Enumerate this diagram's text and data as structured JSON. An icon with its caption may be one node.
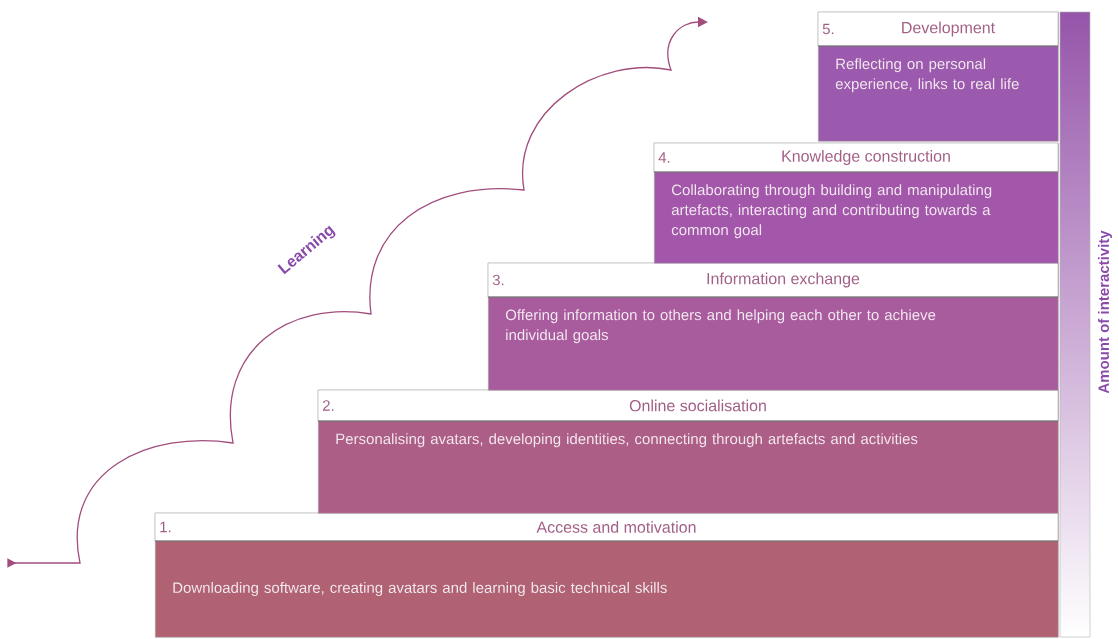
{
  "diagram": {
    "nodes": [
      {
        "text": [
          "1.",
          "Access and motivation",
          "Downloading software, creating avatars and learning basic technical skills"
        ]
      },
      {
        "text": [
          "2.",
          "Online socialisation",
          "Personalising avatars, developing identities, connecting through artefacts and activities"
        ]
      },
      {
        "text": [
          "3.",
          "Information exchange",
          "Offering information to others and helping each other to achieve individual goals"
        ]
      },
      {
        "text": [
          "4.",
          "Knowledge construction",
          "Collaborating through building and manipulating artefacts, interacting and contributing towards a common goal"
        ]
      },
      {
        "text": [
          "5.",
          "Development",
          "Reflecting on personal experience, links to real life"
        ]
      }
    ],
    "labels": [
      "Learning",
      "Amount of interactivity"
    ]
  }
}
